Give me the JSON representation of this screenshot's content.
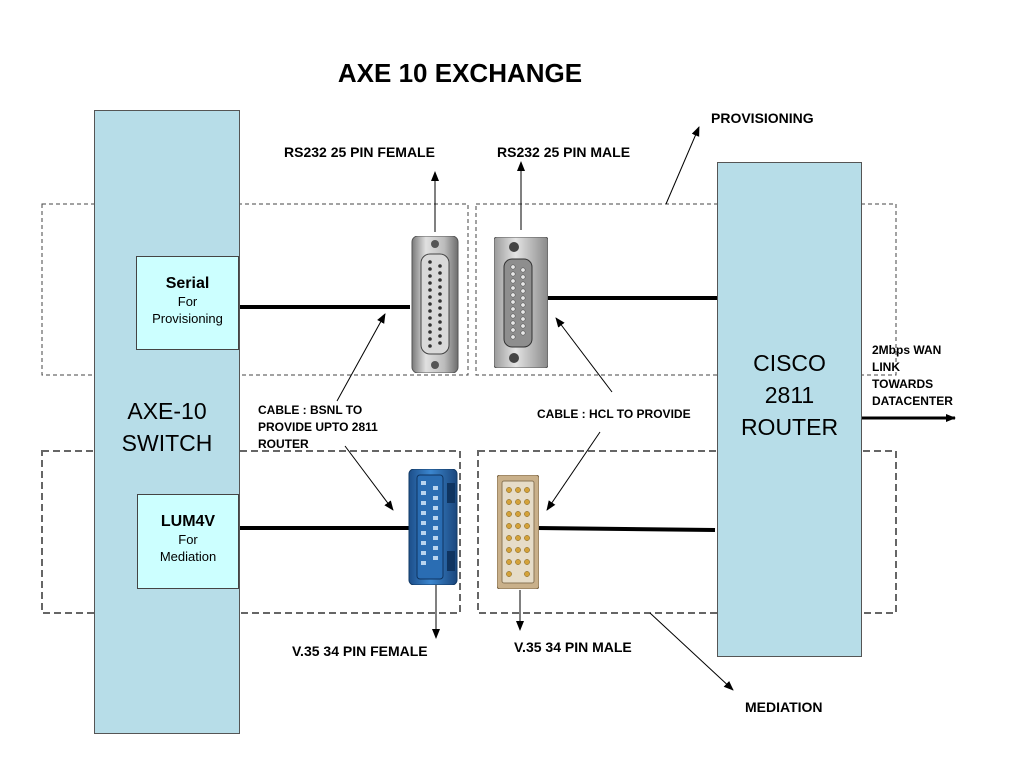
{
  "title": "AXE 10 EXCHANGE",
  "switch": {
    "line1": "AXE-10",
    "line2": "SWITCH"
  },
  "router": {
    "line1": "CISCO",
    "line2": "2811",
    "line3": "ROUTER"
  },
  "ports": {
    "serial": {
      "name": "Serial",
      "sub1": "For",
      "sub2": "Provisioning"
    },
    "lum4v": {
      "name": "LUM4V",
      "sub1": "For",
      "sub2": "Mediation"
    }
  },
  "connectors": {
    "rs232_female": "RS232 25 PIN FEMALE",
    "rs232_male": "RS232 25 PIN MALE",
    "v35_female": "V.35 34 PIN FEMALE",
    "v35_male": "V.35 34 PIN MALE"
  },
  "cables": {
    "bsnl": [
      "CABLE : BSNL TO",
      "PROVIDE UPTO 2811",
      "ROUTER"
    ],
    "hcl": "CABLE : HCL TO PROVIDE"
  },
  "sections": {
    "provisioning": "PROVISIONING",
    "mediation": "MEDIATION"
  },
  "wan": [
    "2Mbps WAN",
    "LINK",
    "TOWARDS",
    "DATACENTER"
  ],
  "colors": {
    "panel": "#b7dde8",
    "port_box": "#ccffff",
    "v35_female": "#2b6bb0",
    "v35_male": "#b59a72"
  }
}
